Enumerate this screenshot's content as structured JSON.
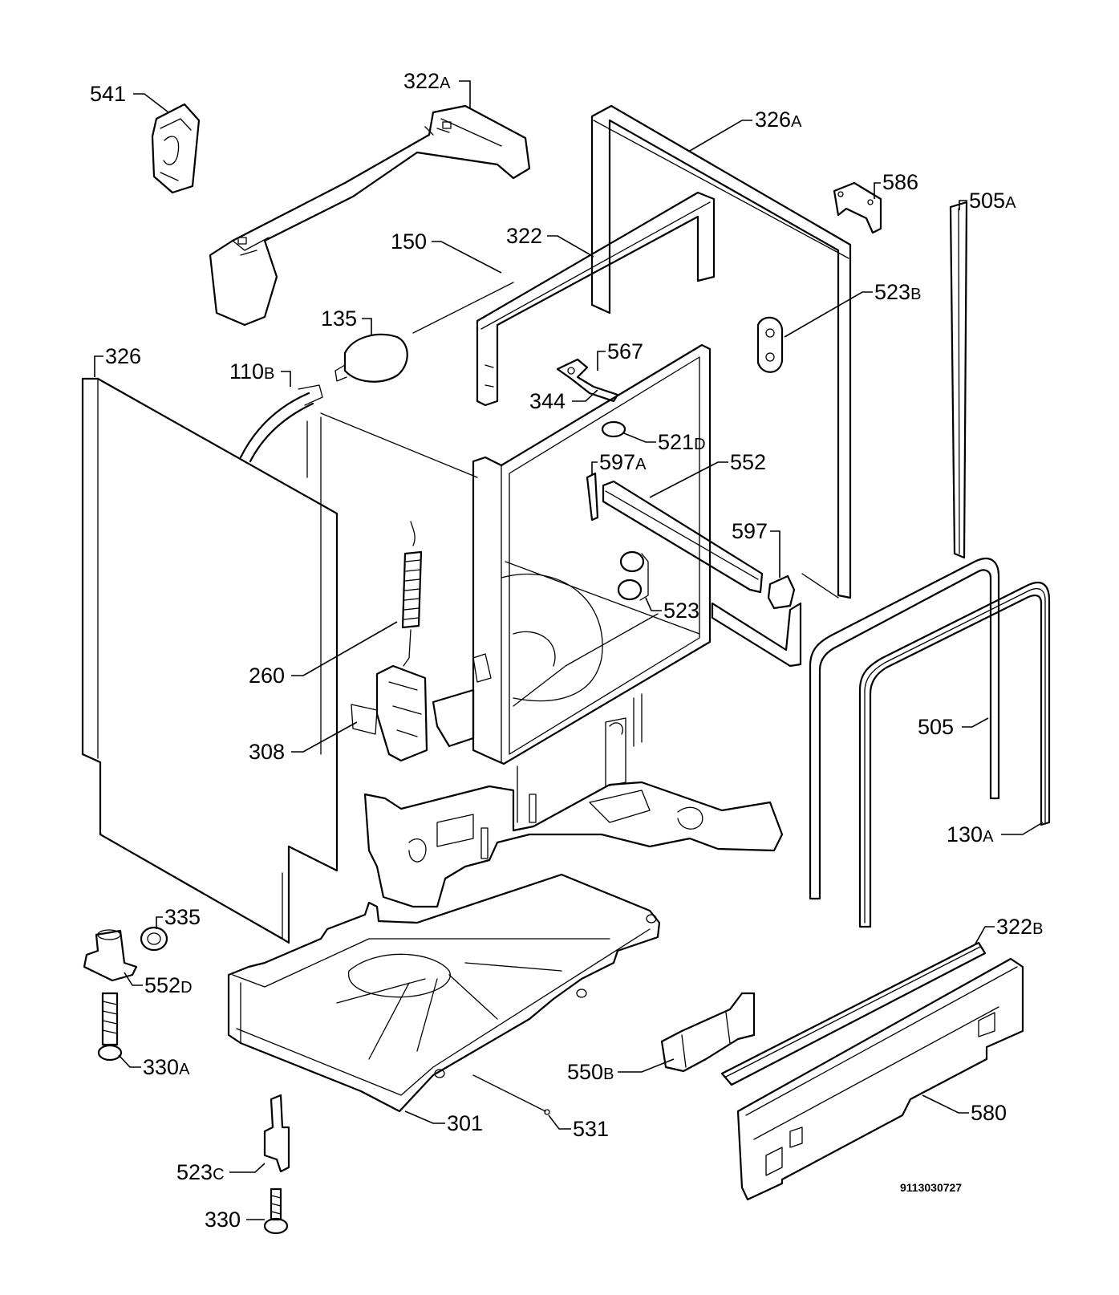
{
  "labels": {
    "l541": {
      "num": "541",
      "sfx": ""
    },
    "l322a": {
      "num": "322",
      "sfx": "A"
    },
    "l326a": {
      "num": "326",
      "sfx": "A"
    },
    "l586": {
      "num": "586",
      "sfx": ""
    },
    "l505a": {
      "num": "505",
      "sfx": "A"
    },
    "l150": {
      "num": "150",
      "sfx": ""
    },
    "l322": {
      "num": "322",
      "sfx": ""
    },
    "l523b": {
      "num": "523",
      "sfx": "B"
    },
    "l135": {
      "num": "135",
      "sfx": ""
    },
    "l567": {
      "num": "567",
      "sfx": ""
    },
    "l326": {
      "num": "326",
      "sfx": ""
    },
    "l110b": {
      "num": "110",
      "sfx": "B"
    },
    "l344": {
      "num": "344",
      "sfx": ""
    },
    "l521d": {
      "num": "521",
      "sfx": "D"
    },
    "l597a": {
      "num": "597",
      "sfx": "A"
    },
    "l552": {
      "num": "552",
      "sfx": ""
    },
    "l597": {
      "num": "597",
      "sfx": ""
    },
    "l523": {
      "num": "523",
      "sfx": ""
    },
    "l260": {
      "num": "260",
      "sfx": ""
    },
    "l505": {
      "num": "505",
      "sfx": ""
    },
    "l308": {
      "num": "308",
      "sfx": ""
    },
    "l130a": {
      "num": "130",
      "sfx": "A"
    },
    "l335": {
      "num": "335",
      "sfx": ""
    },
    "l322b": {
      "num": "322",
      "sfx": "B"
    },
    "l552d": {
      "num": "552",
      "sfx": "D"
    },
    "l330a": {
      "num": "330",
      "sfx": "A"
    },
    "l550b": {
      "num": "550",
      "sfx": "B"
    },
    "l301": {
      "num": "301",
      "sfx": ""
    },
    "l531": {
      "num": "531",
      "sfx": ""
    },
    "l580": {
      "num": "580",
      "sfx": ""
    },
    "l523c": {
      "num": "523",
      "sfx": "C"
    },
    "l330": {
      "num": "330",
      "sfx": ""
    }
  },
  "document_number": "9113030727"
}
